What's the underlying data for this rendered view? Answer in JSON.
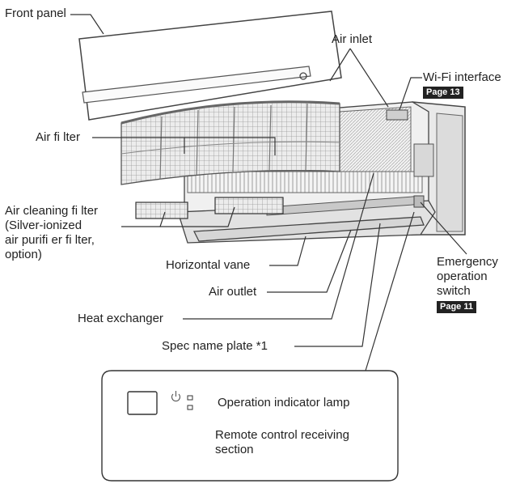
{
  "labels": {
    "front_panel": "Front panel",
    "air_inlet": "Air inlet",
    "wifi_interface": "Wi-Fi interface",
    "air_filter": "Air fi lter",
    "air_cleaning_filter": [
      "Air cleaning fi lter",
      "(Silver-ionized",
      "air purifi er fi lter,",
      "option)"
    ],
    "horizontal_vane": "Horizontal vane",
    "air_outlet": "Air outlet",
    "heat_exchanger": "Heat exchanger",
    "spec_name_plate": "Spec name plate *1",
    "emergency_operation_switch": [
      "Emergency",
      "operation",
      "switch"
    ],
    "operation_indicator_lamp": "Operation indicator lamp",
    "remote_control_receiving_section": [
      "Remote control receiving",
      "section"
    ]
  },
  "page_refs": {
    "wifi_interface": "Page 13",
    "emergency_operation_switch": "Page 11"
  },
  "icons": {
    "power_symbol": "power-icon",
    "lamp_indicator": "indicator-lamp-icon"
  },
  "colors": {
    "line": "#333333",
    "page_tag_bg": "#222222",
    "page_tag_text": "#ffffff",
    "panel_fill": "#ffffff",
    "unit_fill": "#e6e6e6",
    "filter_fill": "#d4d4d4"
  }
}
